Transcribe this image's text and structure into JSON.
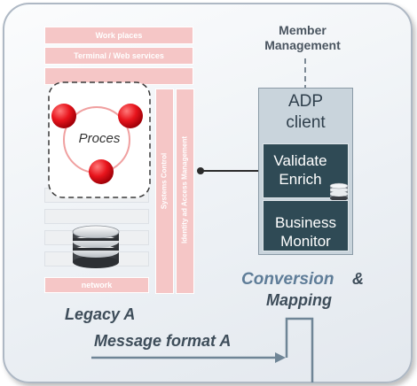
{
  "layers": {
    "workplaces": "Work places",
    "terminal": "Terminal / Web services",
    "network": "network",
    "systems_control": "Systems Control",
    "identity_access": "Identity ad Access Management"
  },
  "process": {
    "label": "Proces"
  },
  "member_management": {
    "line1": "Member",
    "line2": "Management"
  },
  "adp": {
    "title_line1": "ADP",
    "title_line2": "client",
    "validate_line1": "Validate",
    "validate_line2": "Enrich",
    "business_line1": "Business",
    "business_line2": "Monitor"
  },
  "conversion": {
    "word1": "Conversion",
    "amp": "&",
    "word2": "Mapping"
  },
  "legacy": {
    "label": "Legacy A"
  },
  "message": {
    "label": "Message format A"
  },
  "colors": {
    "legacy_band": "#f5c6c6",
    "process_node": "#e8141c",
    "adp_dark": "#2f4a55",
    "accent_blue": "#5f7d98"
  }
}
